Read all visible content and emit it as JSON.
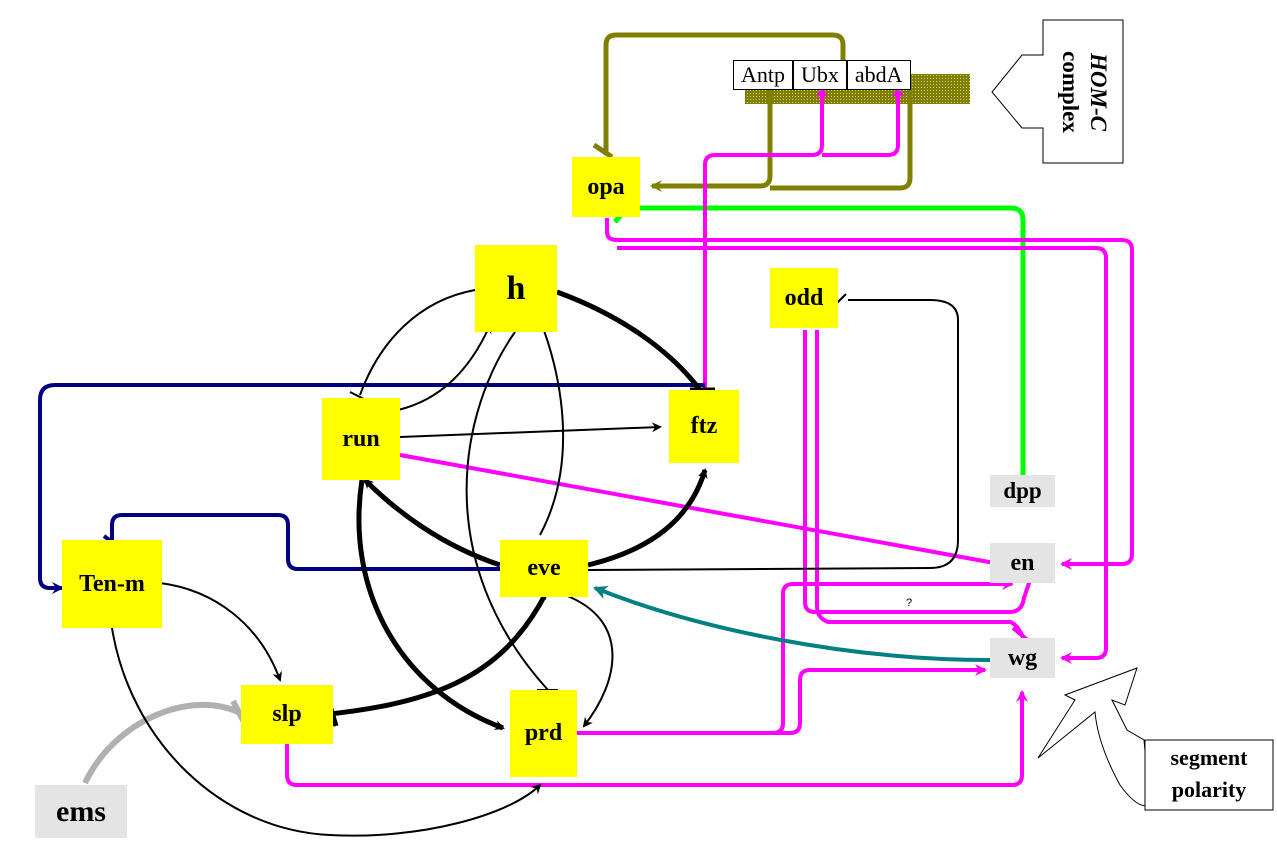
{
  "nodes": {
    "h": "h",
    "run": "run",
    "ftz": "ftz",
    "eve": "eve",
    "odd": "odd",
    "opa": "opa",
    "ten_m": "Ten-m",
    "slp": "slp",
    "prd": "prd",
    "ems": "ems",
    "dpp": "dpp",
    "en": "en",
    "wg": "wg"
  },
  "hom_complex": {
    "genes": [
      "Antp",
      "Ubx",
      "abdA"
    ],
    "label_line1": "HOM-C",
    "label_line2": "complex"
  },
  "segment_polarity": {
    "line1": "segment",
    "line2": "polarity"
  },
  "annotation_question": "?",
  "colors": {
    "node_yellow": "#ffff00",
    "node_gray": "#e4e4e4",
    "magenta": "#ff00ff",
    "olive": "#808000",
    "green": "#00ff00",
    "navy": "#000080",
    "teal": "#008080",
    "gray_line": "#b0b0b0",
    "black": "#000000"
  }
}
